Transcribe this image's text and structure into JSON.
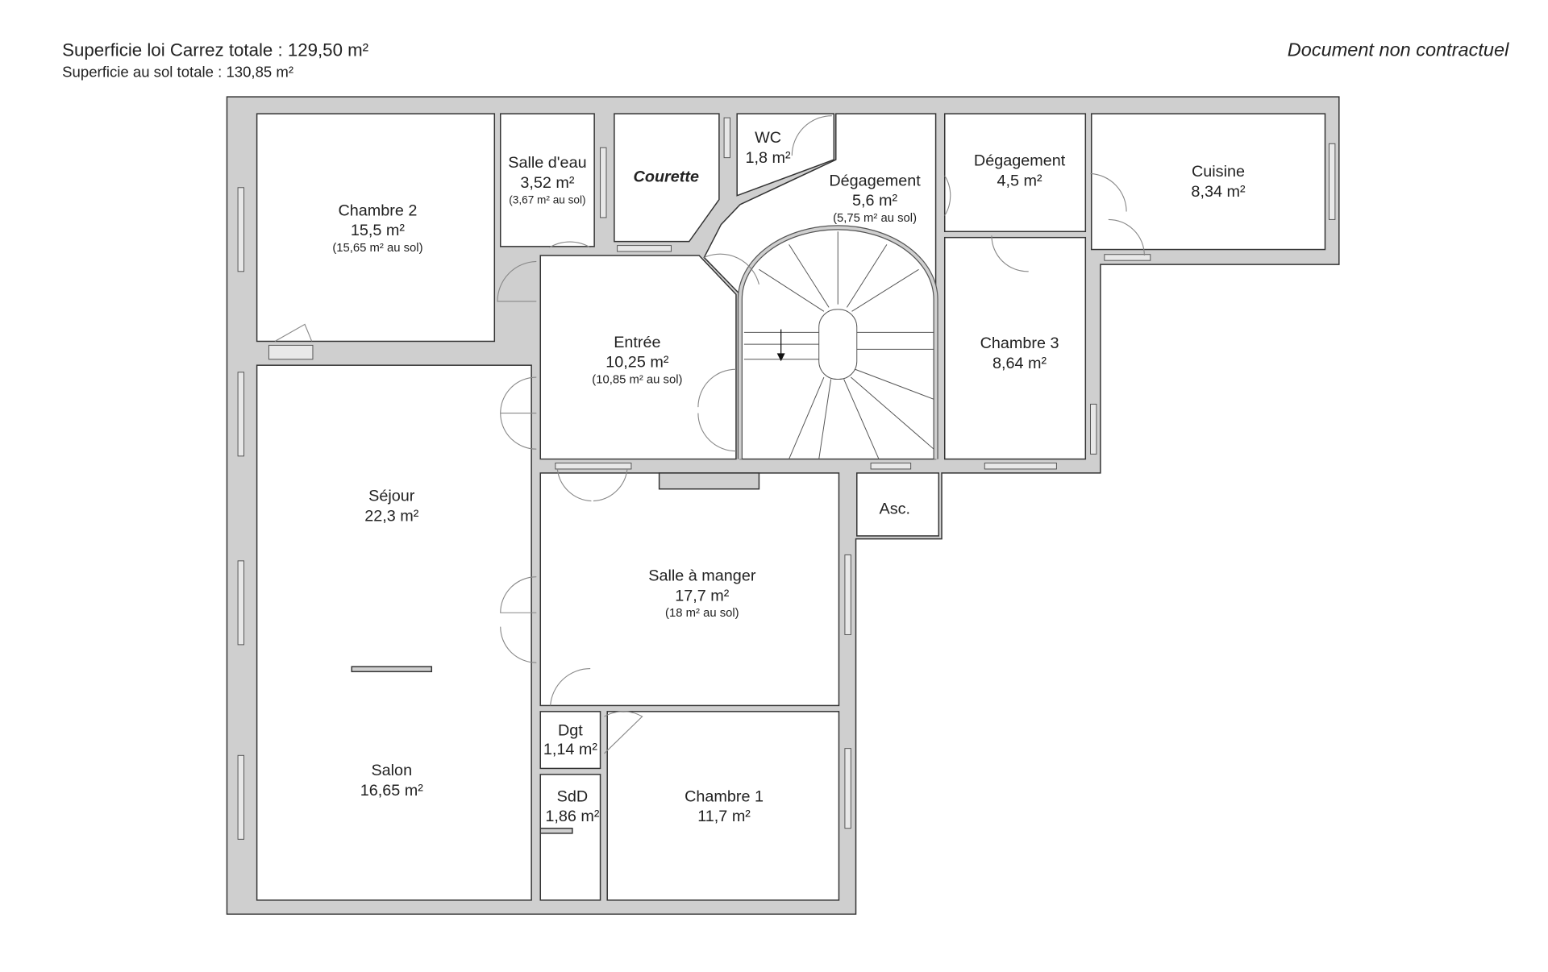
{
  "header": {
    "carrez_total": "Superficie loi Carrez totale :  129,50 m²",
    "floor_total": "Superficie au sol totale :  130,85 m²",
    "disclaimer": "Document non contractuel"
  },
  "rooms": {
    "chambre2": {
      "name": "Chambre 2",
      "area": "15,5 m²",
      "floor": "(15,65 m² au sol)"
    },
    "salle_eau": {
      "name": "Salle d'eau",
      "area": "3,52 m²",
      "floor": "(3,67 m² au sol)"
    },
    "courette": {
      "name": "Courette"
    },
    "wc": {
      "name": "WC",
      "area": "1,8 m²"
    },
    "degagement1": {
      "name": "Dégagement",
      "area": "5,6 m²",
      "floor": "(5,75 m² au sol)"
    },
    "degagement2": {
      "name": "Dégagement",
      "area": "4,5 m²"
    },
    "cuisine": {
      "name": "Cuisine",
      "area": "8,34 m²"
    },
    "entree": {
      "name": "Entrée",
      "area": "10,25 m²",
      "floor": "(10,85 m² au sol)"
    },
    "chambre3": {
      "name": "Chambre 3",
      "area": "8,64 m²"
    },
    "asc": {
      "name": "Asc."
    },
    "sejour": {
      "name": "Séjour",
      "area": "22,3 m²"
    },
    "salle_manger": {
      "name": "Salle à manger",
      "area": "17,7 m²",
      "floor": "(18 m² au sol)"
    },
    "salon": {
      "name": "Salon",
      "area": "16,65 m²"
    },
    "dgt": {
      "name": "Dgt",
      "area": "1,14 m²"
    },
    "sdd": {
      "name": "SdD",
      "area": "1,86 m²"
    },
    "chambre1": {
      "name": "Chambre 1",
      "area": "11,7 m²"
    }
  },
  "colors": {
    "wall": "#cfcfcf",
    "line": "#333333"
  }
}
